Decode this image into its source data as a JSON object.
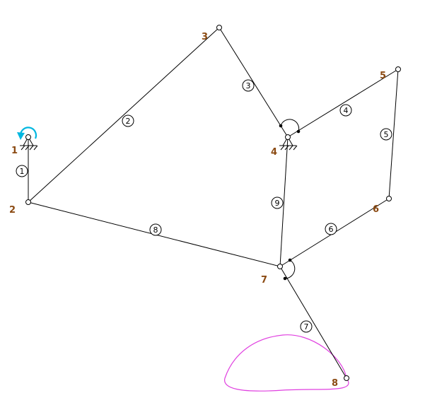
{
  "colors": {
    "member": "#000000",
    "node_label": "#8b4a12",
    "moment_arrow": "#00b7e0",
    "path_curve": "#e040e0",
    "support": "#000000"
  },
  "nodes": [
    {
      "id": "1",
      "label": "1"
    },
    {
      "id": "2",
      "label": "2"
    },
    {
      "id": "3",
      "label": "3"
    },
    {
      "id": "4",
      "label": "4"
    },
    {
      "id": "5",
      "label": "5"
    },
    {
      "id": "6",
      "label": "6"
    },
    {
      "id": "7",
      "label": "7"
    },
    {
      "id": "8",
      "label": "8"
    }
  ],
  "members": [
    {
      "id": "1",
      "label": "1",
      "from": "1",
      "to": "2"
    },
    {
      "id": "2",
      "label": "2",
      "from": "2",
      "to": "3"
    },
    {
      "id": "3",
      "label": "3",
      "from": "3",
      "to": "4"
    },
    {
      "id": "4",
      "label": "4",
      "from": "4",
      "to": "5"
    },
    {
      "id": "5",
      "label": "5",
      "from": "5",
      "to": "6"
    },
    {
      "id": "6",
      "label": "6",
      "from": "6",
      "to": "7"
    },
    {
      "id": "7",
      "label": "7",
      "from": "7",
      "to": "8"
    },
    {
      "id": "8",
      "label": "8",
      "from": "2",
      "to": "7"
    },
    {
      "id": "9",
      "label": "9",
      "from": "7",
      "to": "4"
    }
  ],
  "supports": [
    {
      "node": "1",
      "type": "pin-support-icon"
    },
    {
      "node": "4",
      "type": "pin-support-icon"
    }
  ],
  "rotation_input": {
    "node": "1",
    "icon": "rotation-arrow-icon"
  },
  "joints": [
    {
      "node": "4",
      "icon": "joint-angle-arc-icon"
    },
    {
      "node": "7",
      "icon": "joint-angle-arc-icon"
    }
  ],
  "coupler_curve": {
    "node": "8",
    "icon": "coupler-curve"
  }
}
